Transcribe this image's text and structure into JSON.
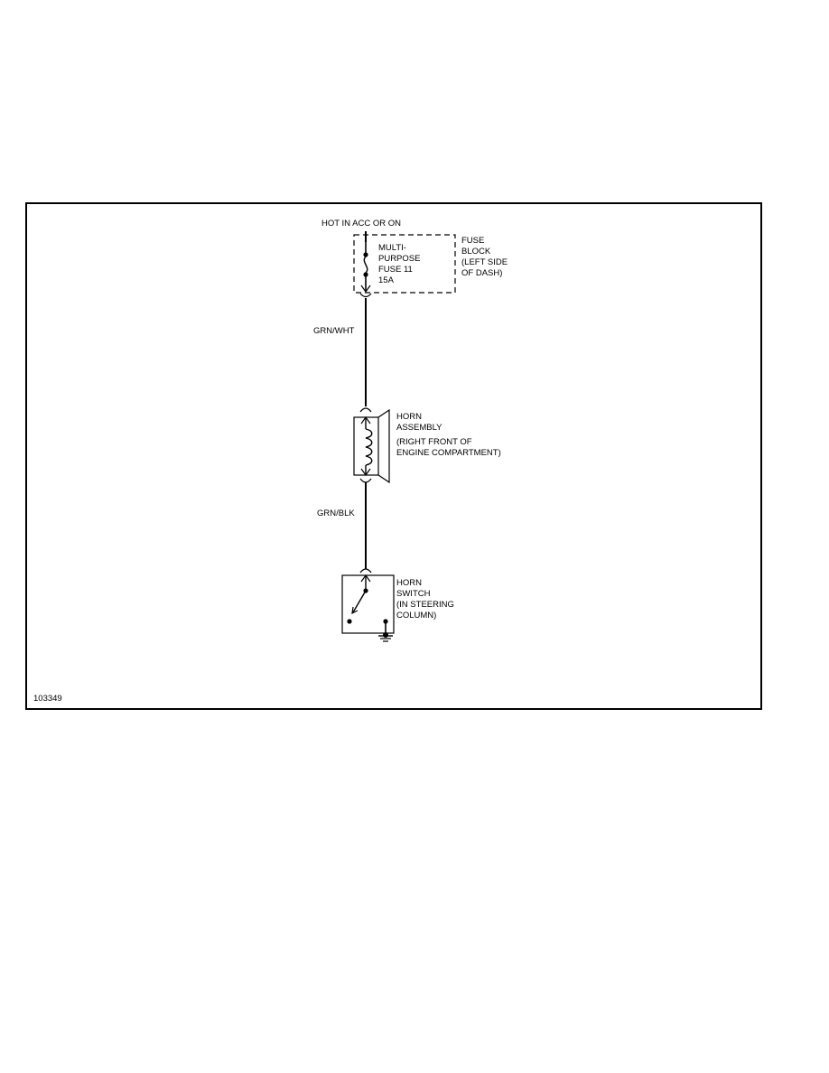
{
  "supply": {
    "label": "HOT IN ACC OR ON"
  },
  "fuse": {
    "lines": [
      "MULTI-",
      "PURPOSE",
      "FUSE 11",
      "15A"
    ]
  },
  "fuse_block": {
    "lines": [
      "FUSE",
      "BLOCK",
      "(LEFT SIDE",
      "OF DASH)"
    ]
  },
  "wires": {
    "upper": "GRN/WHT",
    "lower": "GRN/BLK"
  },
  "horn": {
    "lines": [
      "HORN",
      "ASSEMBLY",
      "(RIGHT FRONT OF",
      "ENGINE COMPARTMENT)"
    ]
  },
  "horn_switch": {
    "lines": [
      "HORN",
      "SWITCH",
      "(IN STEERING",
      "COLUMN)"
    ]
  },
  "figure_id": "103349"
}
